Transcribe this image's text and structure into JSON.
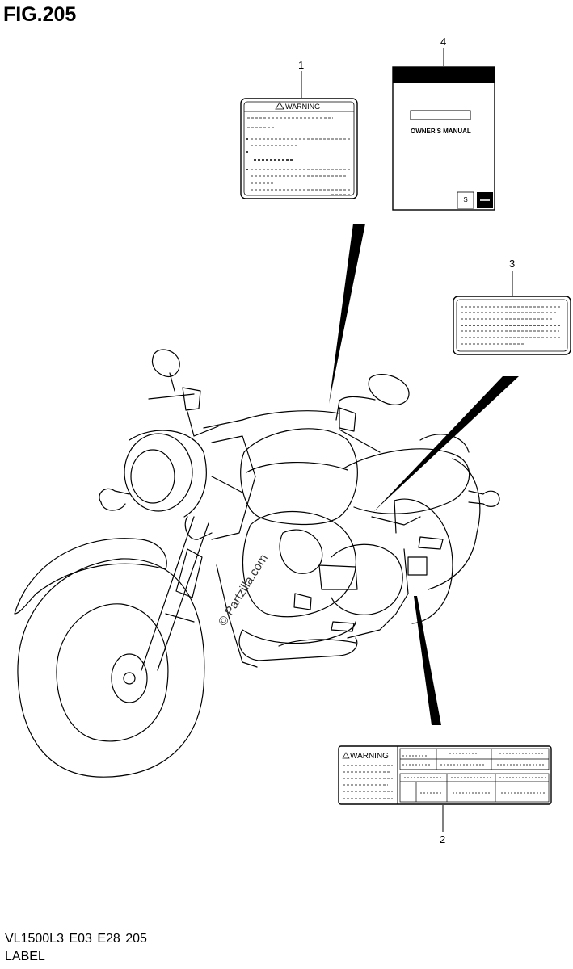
{
  "figure": {
    "title": "FIG.205",
    "model_code": "VL1500L3  E03  E28  205",
    "description": "LABEL"
  },
  "parts": [
    {
      "ref": "1",
      "label_heading": "WARNING"
    },
    {
      "ref": "2",
      "label_heading": "WARNING"
    },
    {
      "ref": "3"
    },
    {
      "ref": "4",
      "label_heading": "OWNER'S MANUAL"
    }
  ],
  "watermark": "© Partzilla.com",
  "colors": {
    "line": "#000000",
    "background": "#ffffff",
    "watermark": "#333333"
  }
}
